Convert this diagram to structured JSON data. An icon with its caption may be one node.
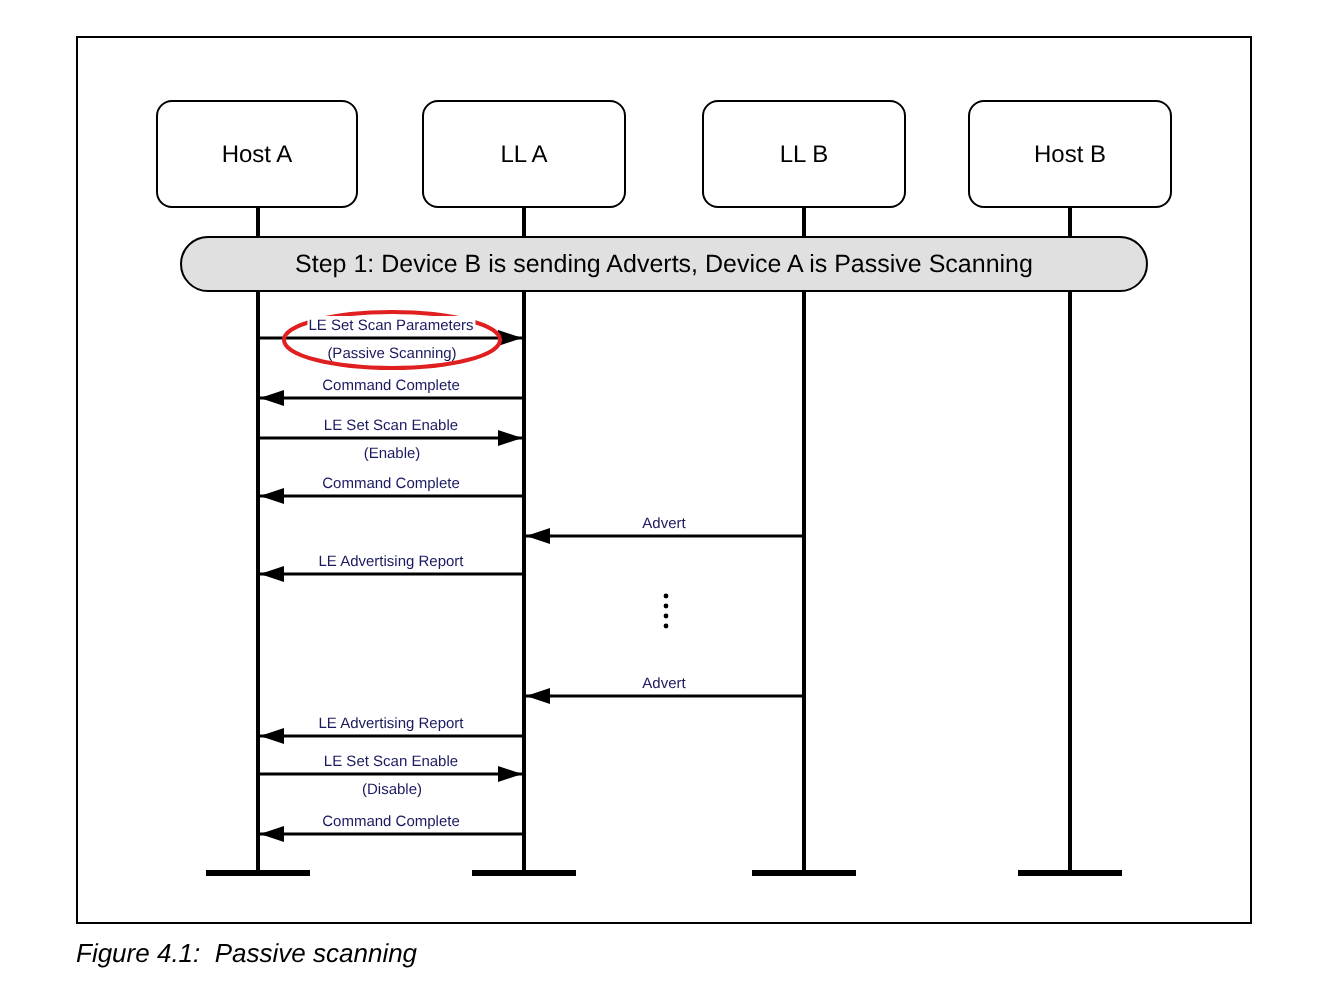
{
  "diagram": {
    "caption": "Figure 4.1:  Passive scanning",
    "nodes": [
      {
        "text": [
          "Host A"
        ]
      },
      {
        "text": [
          "LL A"
        ]
      },
      {
        "text": [
          "LL B"
        ]
      },
      {
        "text": [
          "Host B"
        ]
      },
      {
        "text": [
          "Step 1: Device B is sending Adverts, Device A is Passive Scanning"
        ]
      },
      {
        "text": [],
        "shape": "bar"
      },
      {
        "text": [],
        "shape": "bar"
      },
      {
        "text": [],
        "shape": "bar"
      },
      {
        "text": [],
        "shape": "bar"
      }
    ],
    "edges": [
      {
        "from": 5,
        "to": 6,
        "arrow": "to",
        "label": "LE Set Scan Parameters"
      },
      {
        "from": 6,
        "to": 5,
        "arrow": "to",
        "label": "Command Complete"
      },
      {
        "from": 5,
        "to": 6,
        "arrow": "to",
        "label": "LE Set Scan Enable"
      },
      {
        "from": 6,
        "to": 5,
        "arrow": "to",
        "label": "Command Complete"
      },
      {
        "from": 7,
        "to": 6,
        "arrow": "to",
        "label": "Advert"
      },
      {
        "from": 6,
        "to": 5,
        "arrow": "to",
        "label": "LE Advertising Report"
      },
      {
        "from": 7,
        "to": 6,
        "arrow": "to",
        "label": "Advert"
      },
      {
        "from": 6,
        "to": 5,
        "arrow": "to",
        "label": "LE Advertising Report"
      },
      {
        "from": 5,
        "to": 6,
        "arrow": "to",
        "label": "LE Set Scan Enable"
      },
      {
        "from": 6,
        "to": 5,
        "arrow": "to",
        "label": "Command Complete"
      }
    ],
    "labels": [
      "(Passive Scanning)",
      "(Enable)",
      "(Disable)"
    ]
  }
}
